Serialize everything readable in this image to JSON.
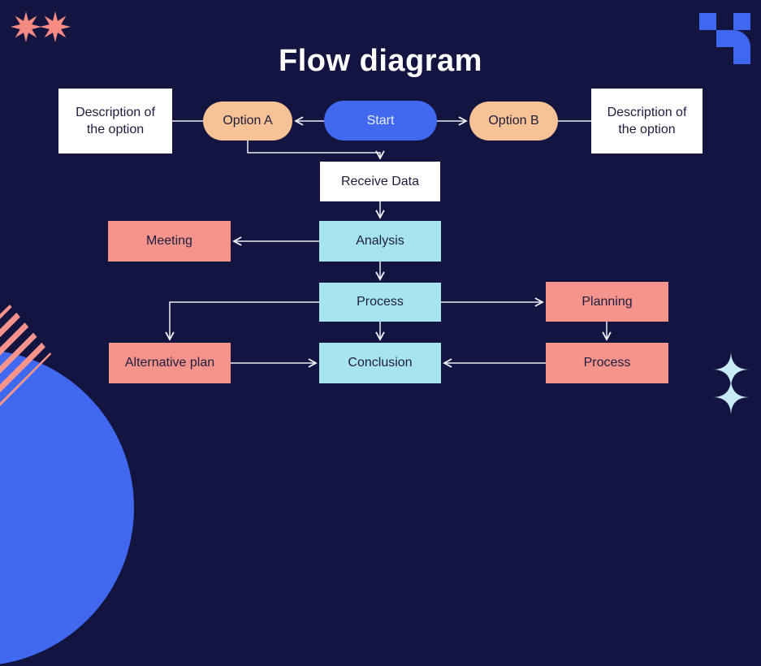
{
  "title": "Flow diagram",
  "colors": {
    "background": "#141440",
    "coral": "#F5948C",
    "peach": "#F7C295",
    "blue": "#4169F0",
    "cyan": "#A6E4F0",
    "pale_cyan": "#C6EBF4",
    "white": "#FFFFFF",
    "connector": "#EDEDF5",
    "text_dark": "#1D1D3D",
    "title_text": "#FFFFFF"
  },
  "nodes": {
    "desc_left": {
      "label": "Description of the option"
    },
    "option_a": {
      "label": "Option A"
    },
    "start": {
      "label": "Start"
    },
    "option_b": {
      "label": "Option B"
    },
    "desc_right": {
      "label": "Description of the option"
    },
    "receive_data": {
      "label": "Receive Data"
    },
    "meeting": {
      "label": "Meeting"
    },
    "analysis": {
      "label": "Analysis"
    },
    "process_main": {
      "label": "Process"
    },
    "planning": {
      "label": "Planning"
    },
    "alternative_plan": {
      "label": "Alternative plan"
    },
    "conclusion": {
      "label": "Conclusion"
    },
    "process_side": {
      "label": "Process"
    }
  },
  "decorations": {
    "top_left": "two coral eight-point stars",
    "top_right": "blue pixel squares",
    "bottom_left": "blue circle with coral diagonal stripes",
    "bottom_right": "pale cyan double sparkle"
  }
}
